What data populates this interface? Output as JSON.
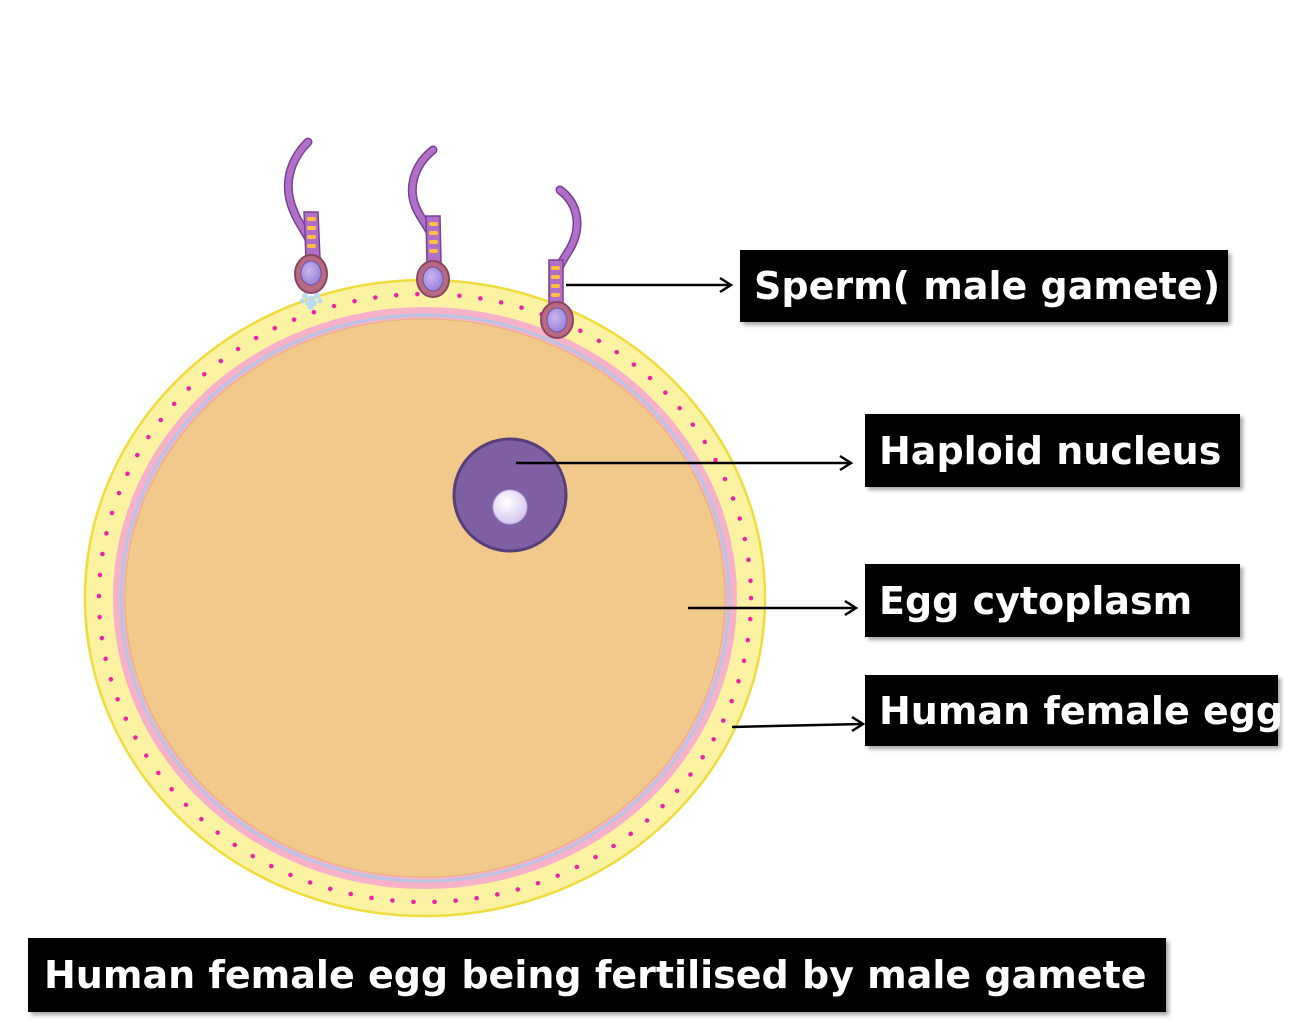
{
  "labels": {
    "sperm": "Sperm( male gamete)",
    "nucleus": "Haploid nucleus",
    "cytoplasm": "Egg cytoplasm",
    "egg": "Human female egg",
    "caption": "Human female egg being fertilised by male gamete"
  },
  "colors": {
    "zona": "#fbf2a2",
    "zona_edge": "#f0dc3c",
    "membrane": "#f7b2c9",
    "membrane_dots": "#ee22aa",
    "membrane_line": "#b8c6e6",
    "cytoplasm": "#f1c98b",
    "nucleus": "#7f60a3",
    "nucleus_edge": "#56407a",
    "nucleolus": "#e9e0f6",
    "sperm_tail": "#b070c8",
    "sperm_head": "#b86a82",
    "label_bg": "#000000",
    "label_text": "#ffffff"
  }
}
